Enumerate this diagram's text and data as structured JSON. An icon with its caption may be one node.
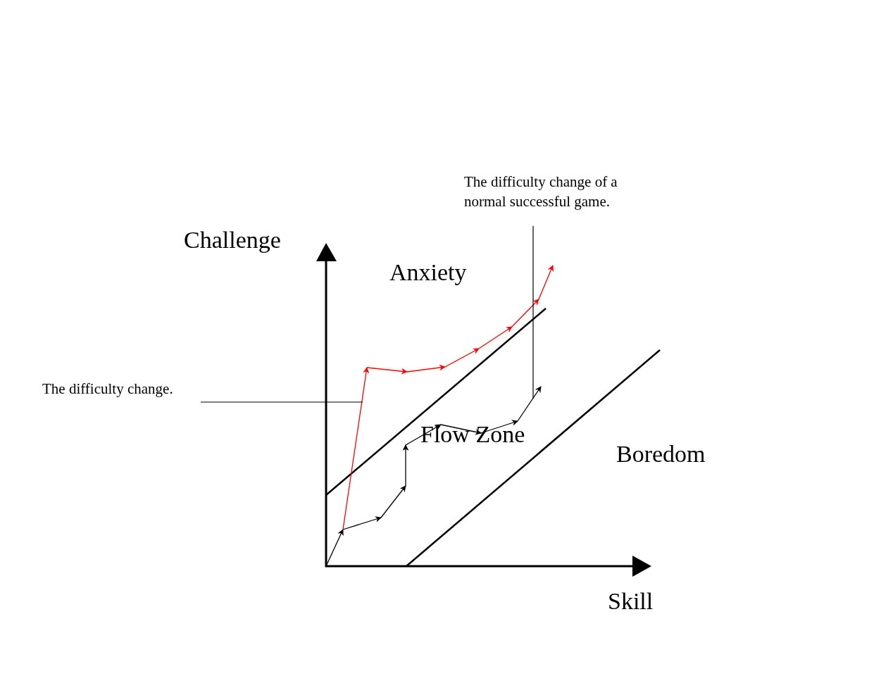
{
  "diagram": {
    "nodes": [
      {
        "text": [
          "The difficulty change of a normal successful game."
        ]
      },
      {
        "text": [
          "The difficulty change."
        ]
      }
    ],
    "edges": [
      {
        "from": 0,
        "to": null,
        "arrow": "none"
      },
      {
        "from": 1,
        "to": null,
        "arrow": "none"
      }
    ],
    "labels": [
      "Challenge",
      "Anxiety",
      "Flow Zone",
      "Boredom",
      "Skill"
    ]
  }
}
